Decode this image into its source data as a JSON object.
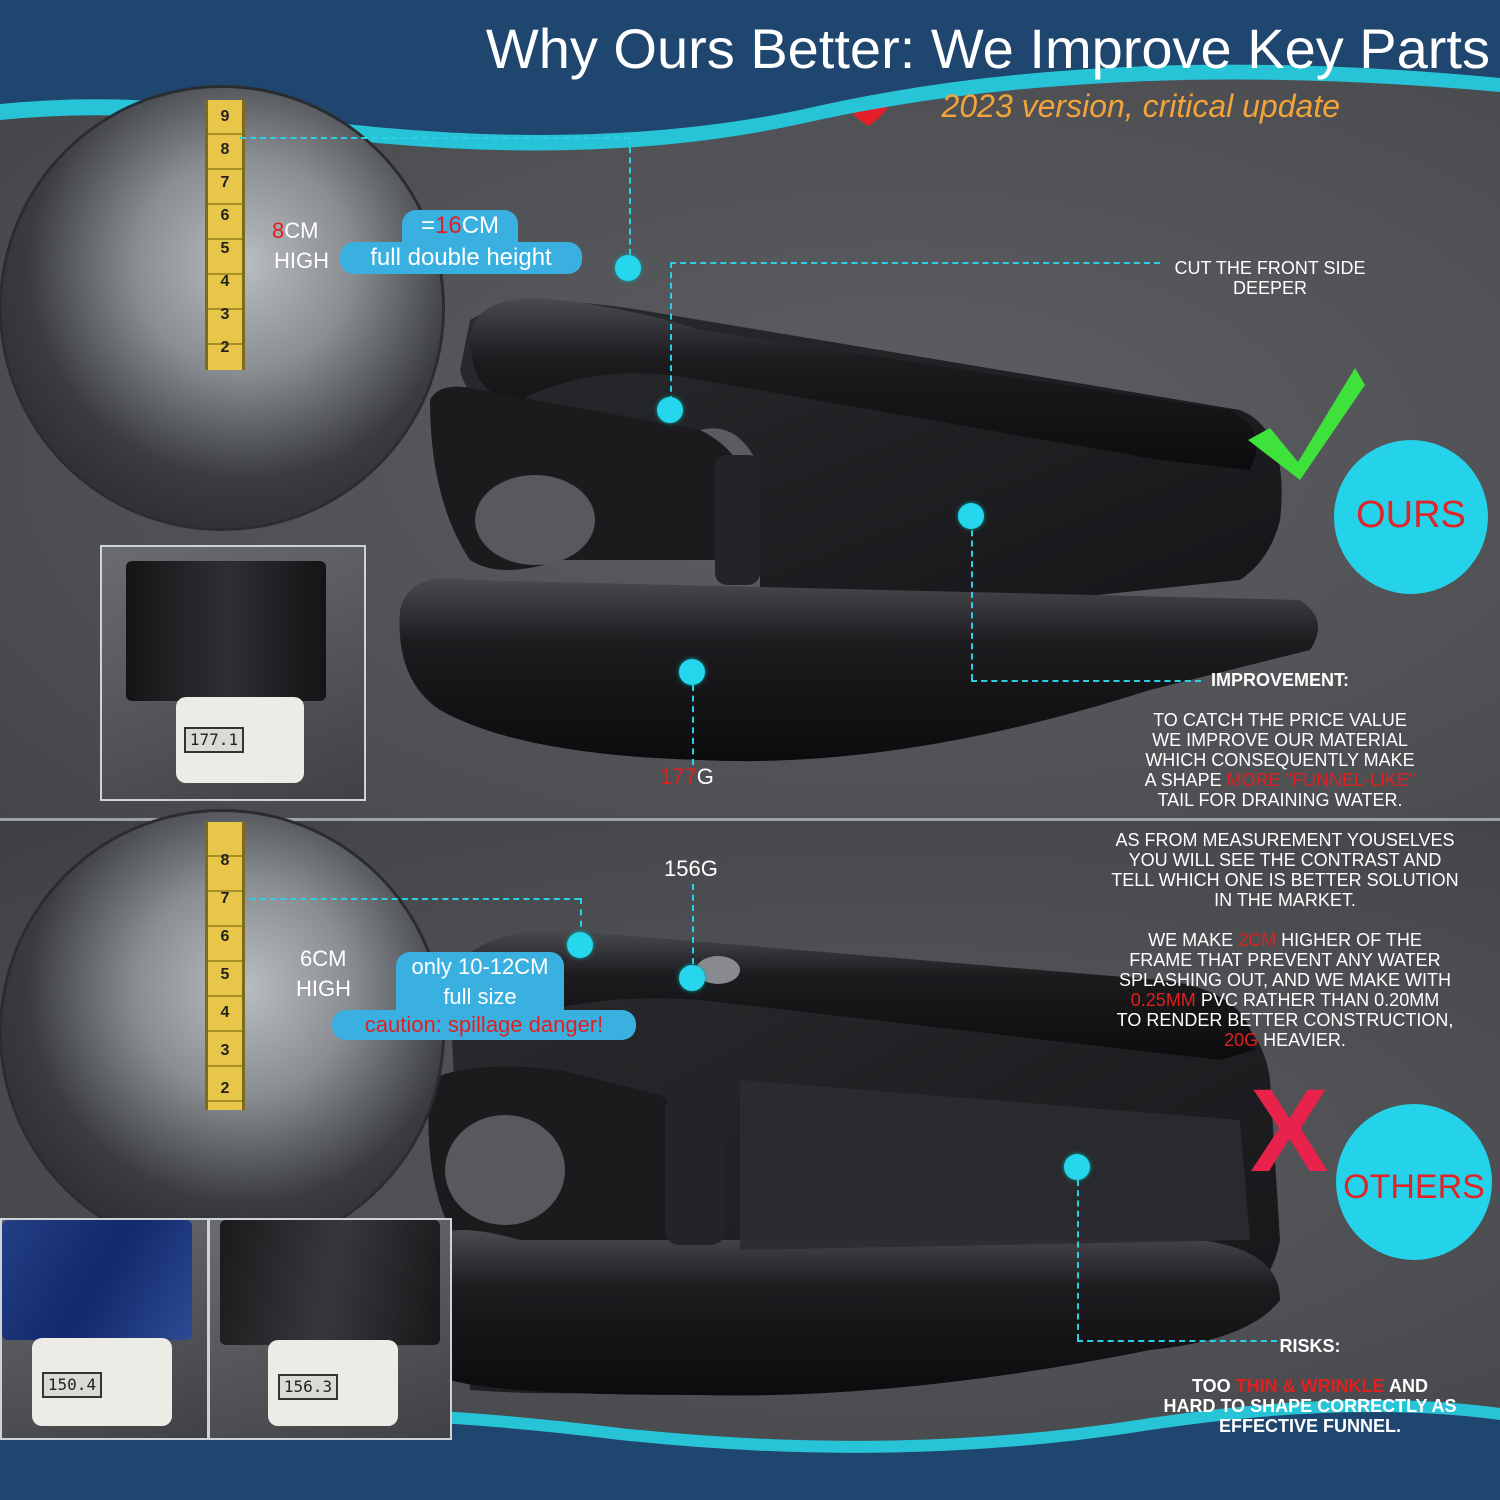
{
  "header": {
    "title": "Why Ours Better: We Improve Key Parts",
    "subtitle": "2023 version, critical update",
    "accent_color": "#f2a33a",
    "band_color": "#1f466e"
  },
  "top": {
    "height_number": "8",
    "height_unit": "CM",
    "height_word": "HIGH",
    "pill_line1_pre": "=",
    "pill_line1_num": "16",
    "pill_line1_post": "CM",
    "pill_line2": "full double height",
    "cut_line1": "CUT THE FRONT SIDE",
    "cut_line2": "DEEPER",
    "weight_number": "177",
    "weight_unit": "G",
    "badge": "OURS",
    "improvement_title": "IMPROVEMENT:",
    "improvement_lines": [
      "TO CATCH THE PRICE VALUE",
      "WE IMPROVE OUR MATERIAL",
      "WHICH CONSEQUENTLY MAKE"
    ],
    "improvement_line4_pre": "A SHAPE ",
    "improvement_line4_red": "MORE \"FUNNEL-LIKE\"",
    "improvement_line5": "TAIL FOR DRAINING WATER.",
    "scale_reading": "177.1",
    "tape_numbers": [
      "9",
      "8",
      "7",
      "6",
      "5",
      "4",
      "3",
      "2"
    ]
  },
  "middle": {
    "measure_lines": [
      "AS FROM MEASUREMENT YOUSELVES",
      "YOU WILL SEE THE CONTRAST AND",
      "TELL WHICH ONE IS BETTER SOLUTION",
      "IN THE MARKET."
    ],
    "make_line1_pre": "WE MAKE ",
    "make_line1_red": "2CM",
    "make_line1_post": " HIGHER OF THE",
    "make_line2": "FRAME THAT PREVENT ANY WATER",
    "make_line3": "SPLASHING OUT, AND WE MAKE WITH",
    "make_line4_red": "0.25MM",
    "make_line4_post": " PVC RATHER THAN 0.20MM",
    "make_line5": "TO RENDER BETTER CONSTRUCTION,",
    "make_line6_red": "20G",
    "make_line6_post": " HEAVIER."
  },
  "bottom": {
    "weight_label": "156G",
    "height_number": "6CM",
    "height_word": "HIGH",
    "pill_line1": "only 10-12CM",
    "pill_line2": "full size",
    "pill_line3": "caution: spillage danger!",
    "badge": "OTHERS",
    "x_mark": "X",
    "risks_title": "RISKS:",
    "risk_line1_pre": "TOO ",
    "risk_line1_red": "THIN & WRINKLE",
    "risk_line1_post": " AND",
    "risk_line2": "HARD TO SHAPE CORRECTLY AS",
    "risk_line3": "EFFECTIVE FUNNEL.",
    "scale_reading_blue": "150.4",
    "scale_reading_black": "156.3",
    "tape_numbers": [
      "8",
      "7",
      "6",
      "5",
      "4",
      "3",
      "2"
    ]
  },
  "colors": {
    "dot": "#25d6ec",
    "badge": "#24d3ea",
    "badge_text": "#e0242a",
    "check": "#3ee23a",
    "pill": "#3ab0e0"
  }
}
